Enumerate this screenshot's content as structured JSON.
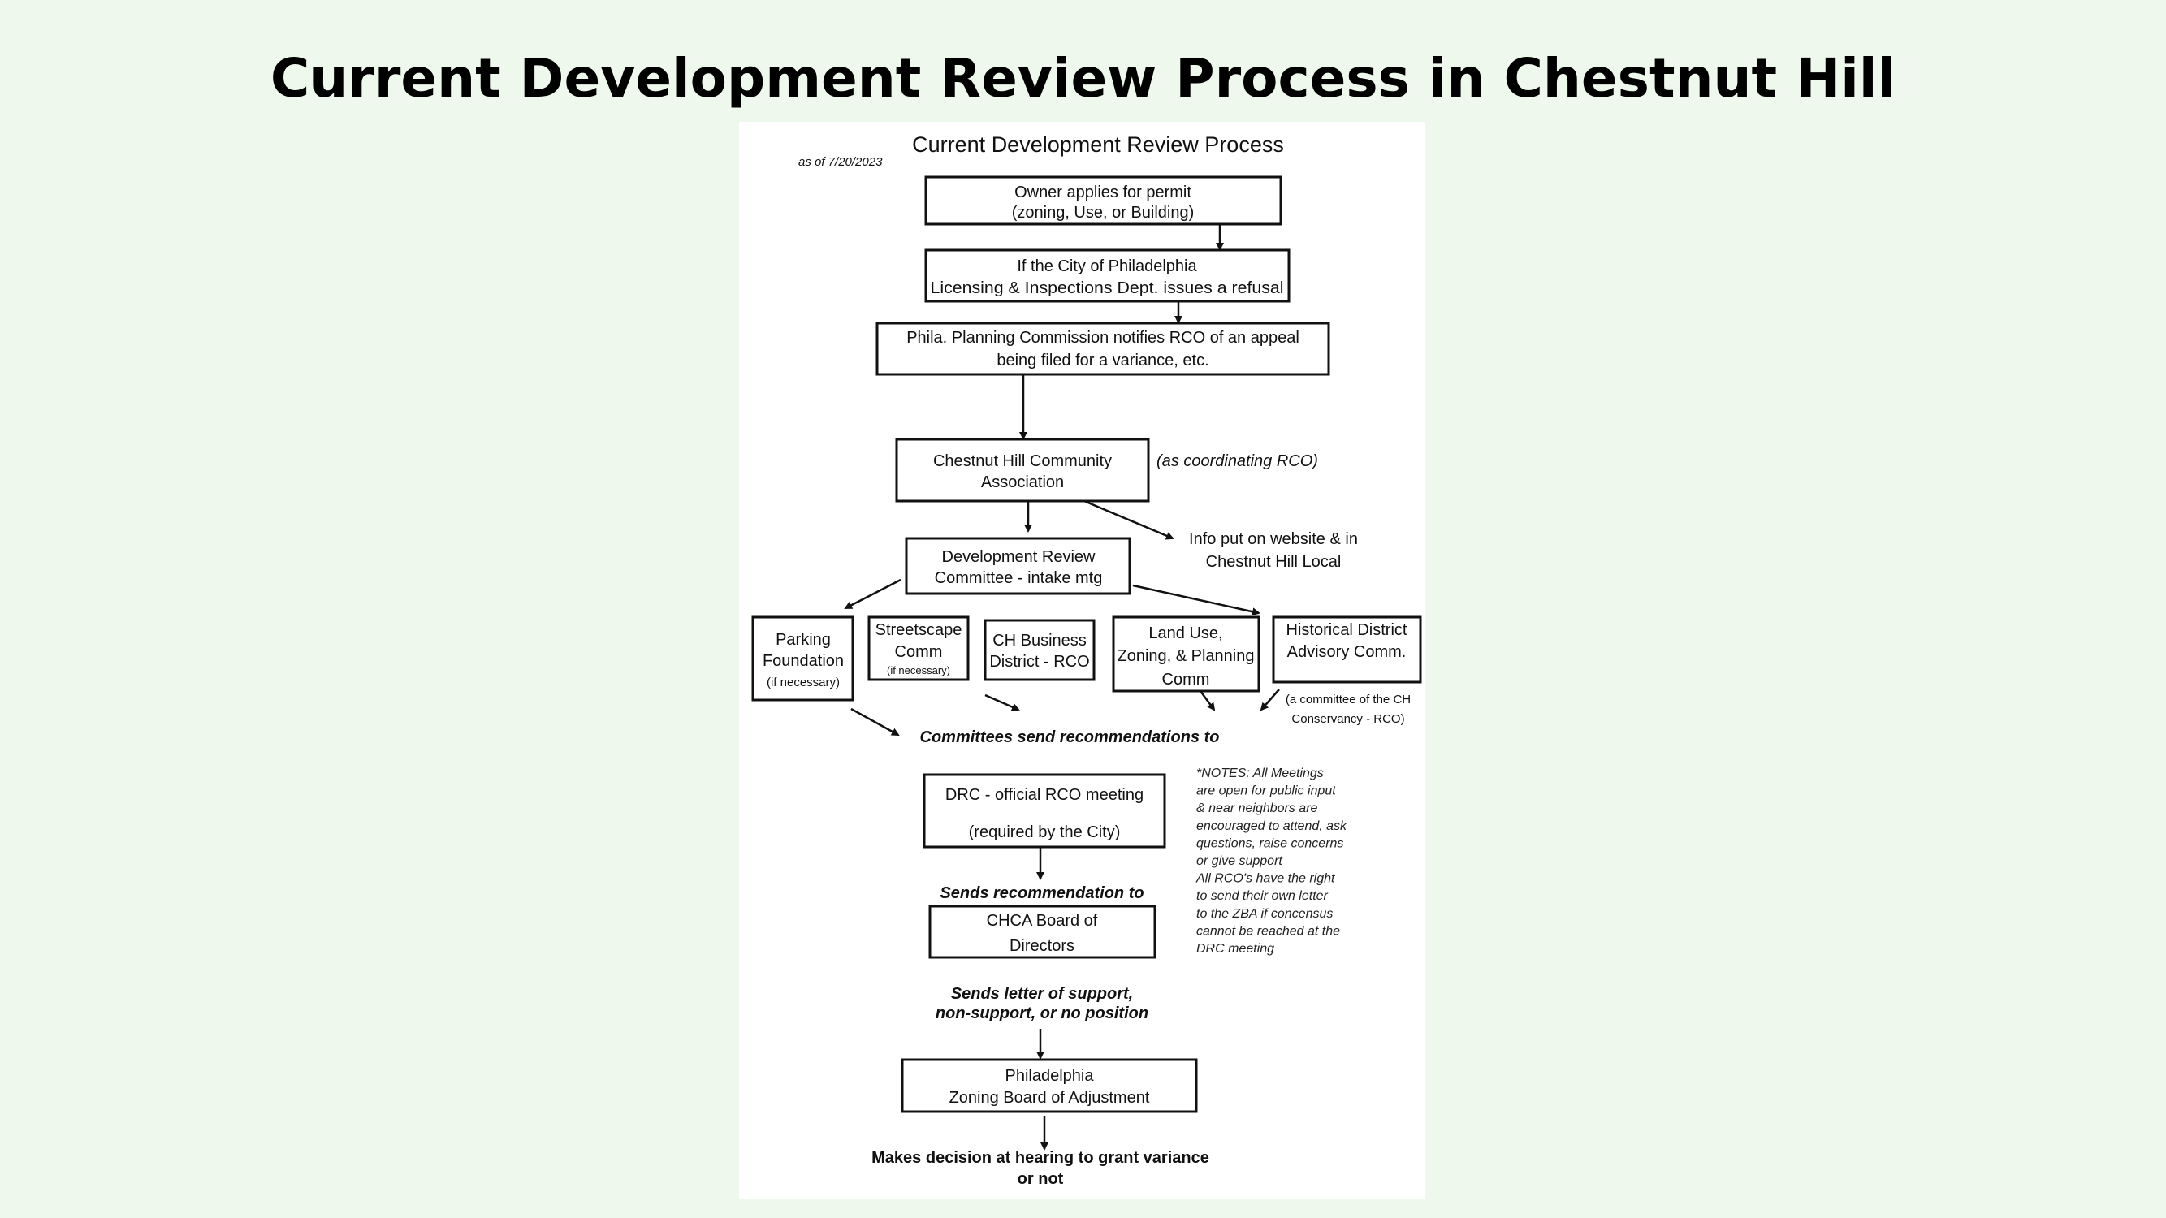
{
  "slide": {
    "title": "Current Development Review Process in Chestnut Hill"
  },
  "diagram": {
    "title": "Current  Development Review Process",
    "date": "as of 7/20/2023",
    "nodes": {
      "owner": [
        "Owner applies for permit",
        "(zoning, Use, or Building)"
      ],
      "refusal": [
        "If the City of Philadelphia",
        "Licensing & Inspections Dept. issues a refusal"
      ],
      "planning": [
        "Phila. Planning Commission notifies RCO of an appeal",
        "being filed for a variance, etc."
      ],
      "chca": [
        "Chestnut Hill Community",
        "Association"
      ],
      "chca_note": "(as coordinating RCO)",
      "info": [
        "Info put on website & in",
        "Chestnut Hill Local"
      ],
      "drc_intake": [
        "Development Review",
        "Committee - intake mtg"
      ],
      "parking": [
        "Parking",
        "Foundation",
        "(if necessary)"
      ],
      "streetscape": [
        "Streetscape",
        "Comm",
        "(if necessary)"
      ],
      "business": [
        "CH Business",
        "District - RCO"
      ],
      "landuse": [
        "Land Use,",
        "Zoning, & Planning",
        "Comm"
      ],
      "historical": [
        "Historical District",
        "Advisory Comm."
      ],
      "historical_note": [
        "(a committee of the CH",
        "Conservancy - RCO)"
      ],
      "committees_send": "Committees send recommendations to",
      "drc_official": [
        "DRC - official RCO meeting",
        "(required by the City)"
      ],
      "sends_rec": "Sends recommendation to",
      "board": [
        "CHCA Board of",
        "Directors"
      ],
      "sends_letter": [
        "Sends letter of support,",
        "non-support, or no position"
      ],
      "zba": [
        "Philadelphia",
        "Zoning Board of Adjustment"
      ],
      "decision": [
        "Makes decision at hearing to grant variance",
        "or not"
      ]
    },
    "notes": [
      "*NOTES: All Meetings",
      "are open for public input",
      "& near neighbors are",
      "encouraged to attend, ask",
      "questions, raise concerns",
      "or give support",
      "All RCO’s have the right",
      "to send their own letter",
      "to the ZBA if concensus",
      "cannot be reached at the",
      "DRC meeting"
    ]
  }
}
